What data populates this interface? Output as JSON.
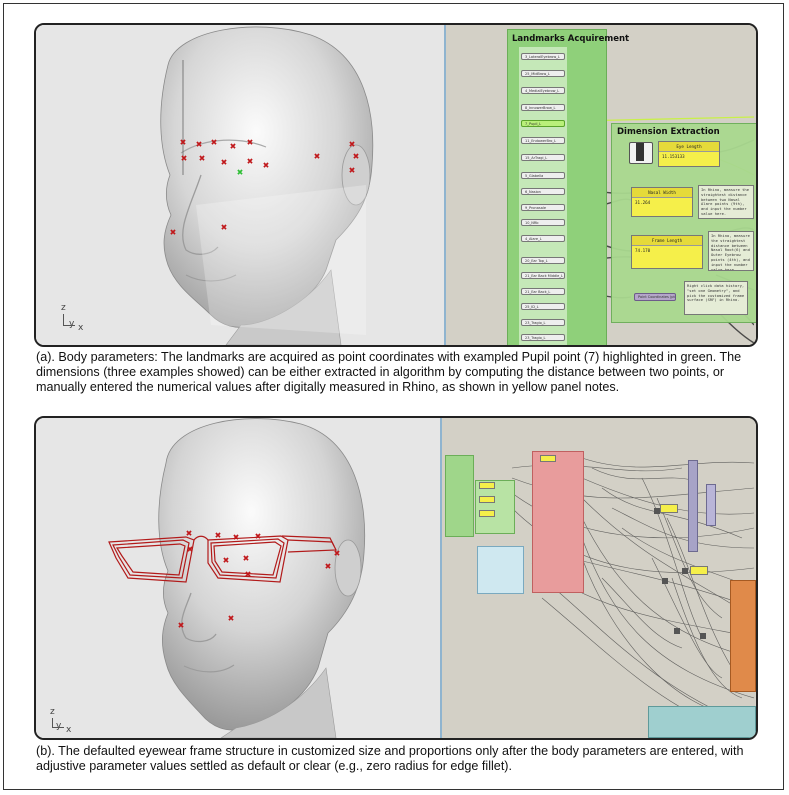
{
  "panel_a": {
    "group_landmarks_title": "Landmarks Acquirement",
    "group_dimension_title": "Dimension Extraction",
    "landmark_components": [
      "3_LateralEyebrow_L",
      "25_MidBrow_L",
      "4_MedialEyebrow_L",
      "8_InnowerBrow_L",
      "7_Pupil_L",
      "11_EndowerBro_L",
      "15_ArTragi_L",
      "5_Glabella",
      "6_Nasion",
      "9_Pronasale",
      "10_NRb",
      "4_Alare_L",
      "20_Ear Top_L",
      "21_Ear Back Middle_L",
      "21_Ear Back_L",
      "25_ID_L",
      "23_Tragio_L",
      "23_Tragio_L"
    ],
    "yellow_panels": [
      {
        "header": "Eye Length",
        "value": "11.153133"
      },
      {
        "header": "Nasal Width",
        "value": "31.264"
      },
      {
        "header": "Frame Length",
        "value": "74.170"
      }
    ],
    "notes": [
      "In Rhino, measure the straightest distance between two Nasal Alare points (9th), and input the number value here.",
      "In Rhino, measure the straightest distance between Nasal Root(6) and Outer Eyebrow points (4th), and input the number value here.",
      "Right click data history, \"set one Geometry\", and pick the customized frame surface (SRF) in Rhino."
    ],
    "cluster_label": "Point Coordinates (pt)",
    "axis_z": "z",
    "axis_y": "y",
    "axis_x": "x"
  },
  "caption_a": "(a). Body parameters: The landmarks are acquired as point coordinates with exampled Pupil point (7)  highlighted in green. The dimensions (three examples showed) can be either extracted in algorithm by computing the distance between two points, or manually entered the numerical values after digitally measured in Rhino, as shown in yellow panel notes.",
  "panel_b": {
    "axis_z": "z",
    "axis_y": "y",
    "axis_x": "x"
  },
  "caption_b": "(b). The defaulted eyewear frame structure in customized size and proportions only after the body parameters are entered, with adjustive parameter values settled as default or clear (e.g., zero radius for edge fillet).",
  "colors": {
    "landmark_marker": "#c0181b",
    "highlight_marker": "#2fbf35",
    "frame_wire": "#b21a1a",
    "group_green": "#8fd07a",
    "yellow_panel": "#f5ef4a",
    "canvas": "#d3d0c6"
  }
}
